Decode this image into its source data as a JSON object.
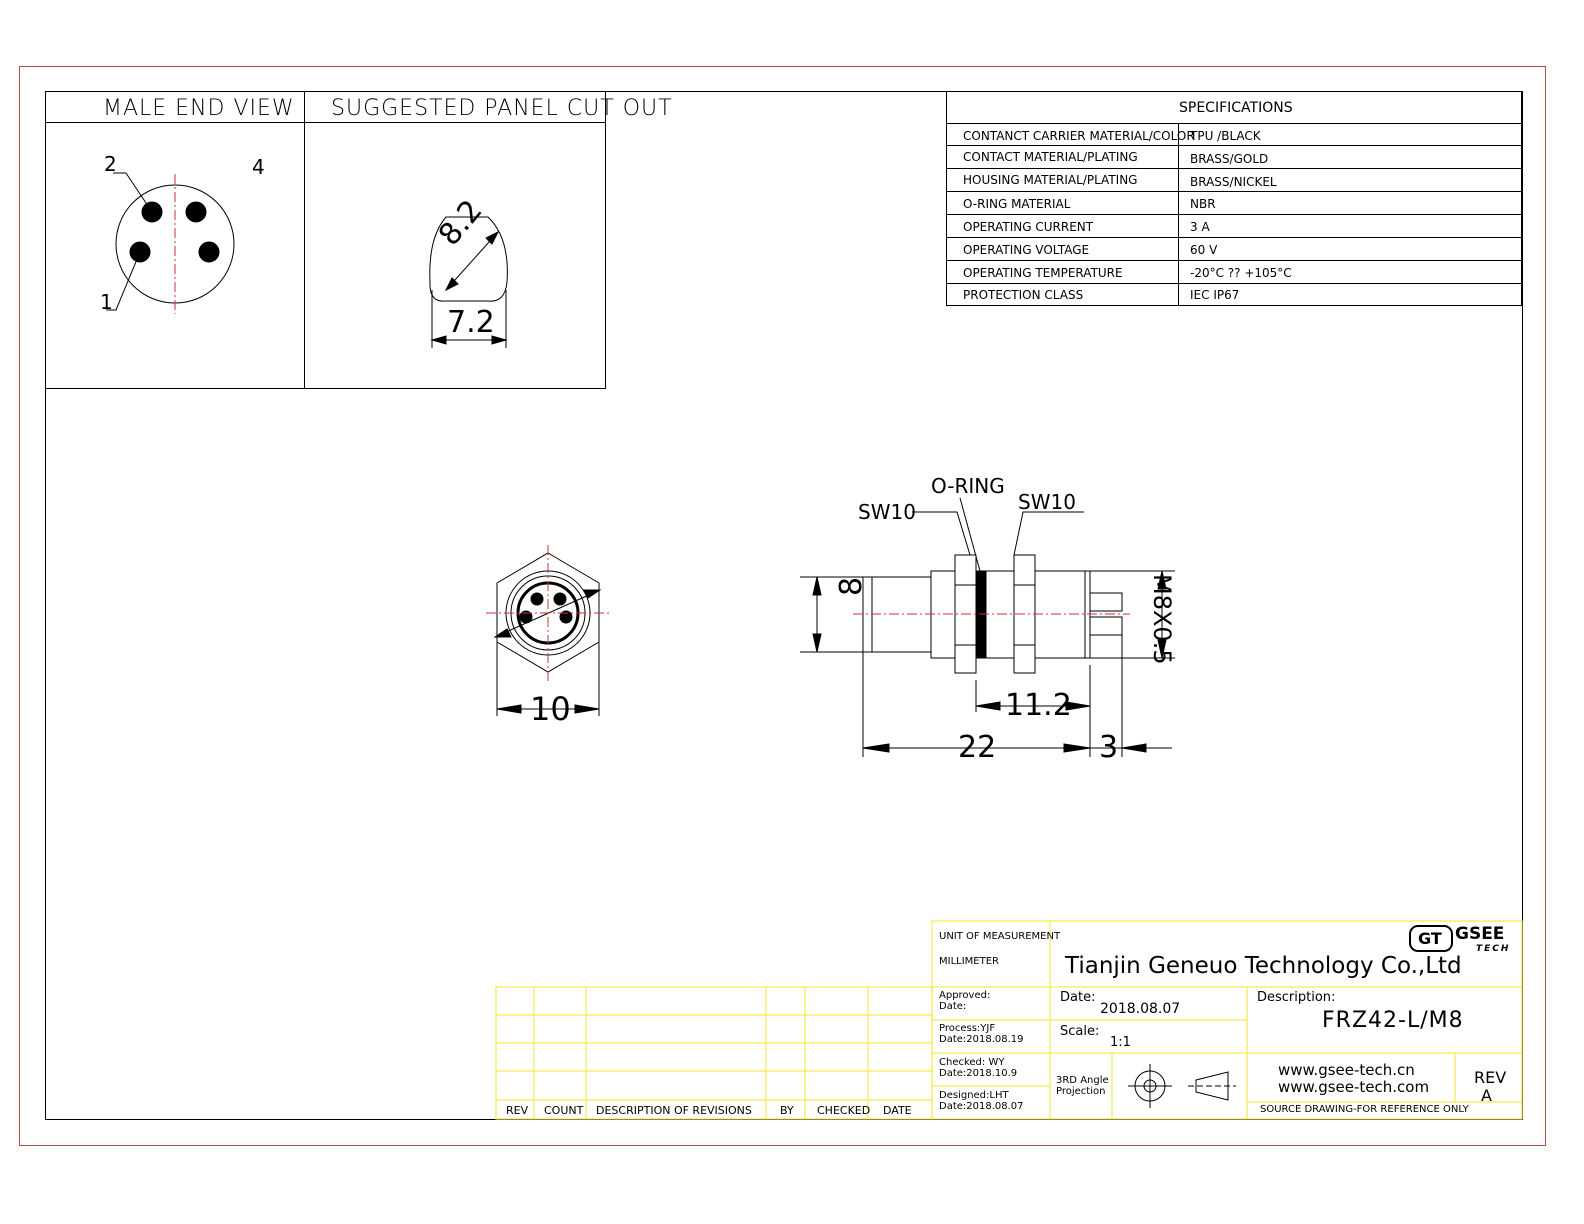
{
  "views": {
    "male_end_view_title": "MALE END VIEW",
    "panel_cut_out_title": "SUGGESTED PANEL CUT OUT",
    "pin_labels": [
      "1",
      "2",
      "4"
    ],
    "cutout_diameter": "8.2",
    "cutout_flat": "7.2",
    "front_width": "10"
  },
  "side_view": {
    "label_sw_left": "SW10",
    "label_oring": "O-RING",
    "label_sw_right": "SW10",
    "dim_diameter": "8",
    "dim_thread": "M8X0.5",
    "dim_11_2": "11.2",
    "dim_22": "22",
    "dim_3": "3"
  },
  "specifications": {
    "title": "SPECIFICATIONS",
    "rows": [
      {
        "label": "CONTANCT CARRIER MATERIAL/COLOR",
        "value": "TPU /BLACK"
      },
      {
        "label": "CONTACT  MATERIAL/PLATING",
        "value": "BRASS/GOLD"
      },
      {
        "label": "HOUSING MATERIAL/PLATING",
        "value": "BRASS/NICKEL"
      },
      {
        "label": "O-RING  MATERIAL",
        "value": "NBR"
      },
      {
        "label": "OPERATING CURRENT",
        "value": "3 A"
      },
      {
        "label": "OPERATING VOLTAGE",
        "value": "60 V"
      },
      {
        "label": "OPERATING TEMPERATURE",
        "value": "-20°C ?? +105°C"
      },
      {
        "label": "PROTECTION CLASS",
        "value": "IEC  IP67"
      }
    ]
  },
  "revisions": {
    "headers": [
      "REV",
      "COUNT",
      "DESCRIPTION  OF  REVISIONS",
      "BY",
      "CHECKED",
      "DATE"
    ]
  },
  "title_block": {
    "unit_label": "UNIT OF MEASUREMENT",
    "unit_value": "MILLIMETER",
    "company": "Tianjin Geneuo Technology Co.,Ltd",
    "logo_badge": "GT",
    "logo_word": "GSEE",
    "logo_sub": "TECH",
    "approved_label": "Approved:",
    "approved_date_label": "Date:",
    "process_label": "Process:YJF",
    "process_date": "Date:2018.08.19",
    "checked_label": "Checked:   WY",
    "checked_date": "Date:2018.10.9",
    "designed_label": "Designed:LHT",
    "designed_date": "Date:2018.08.07",
    "date_label": "Date:",
    "date_value": "2018.08.07",
    "scale_label": "Scale:",
    "scale_value": "1:1",
    "projection_label_1": "3RD Angle",
    "projection_label_2": "Projection",
    "description_label": "Description:",
    "description_value": "FRZ42-L/M8",
    "url_1": "www.gsee-tech.cn",
    "url_2": "www.gsee-tech.com",
    "rev_label": "REV",
    "rev_value": "A",
    "source_note": "SOURCE DRAWING-FOR REFERENCE ONLY"
  },
  "colors": {
    "frame": "#c0474f",
    "title_block_lines": "#f5e94a",
    "centerline": "#d03030",
    "ink": "#000000"
  }
}
